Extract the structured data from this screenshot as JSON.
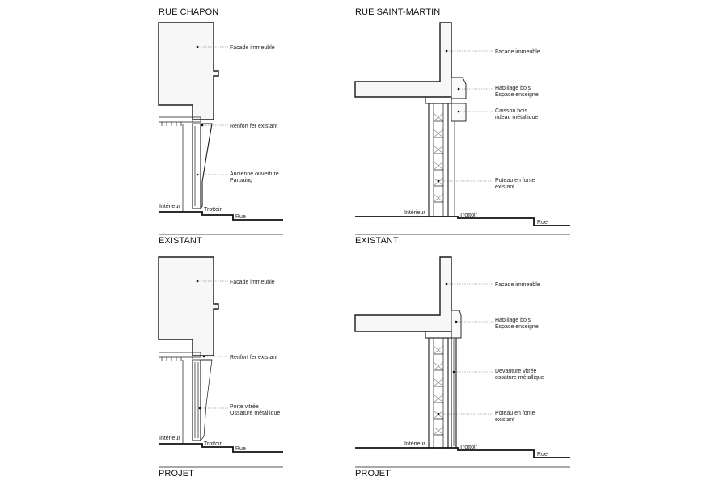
{
  "panels": {
    "tl": {
      "heading": "RUE CHAPON",
      "caption": "EXISTANT",
      "labels": {
        "facade": "Facade immeuble",
        "renfort": "Renfort fer existant",
        "ouverture_1": "Ancienne ouverture",
        "ouverture_2": "Parpaing",
        "interieur": "Intérieur",
        "trottoir": "Trottoir",
        "rue": "Rue"
      }
    },
    "tr": {
      "heading": "RUE SAINT-MARTIN",
      "caption": "EXISTANT",
      "labels": {
        "facade": "Facade immeuble",
        "habillage_1": "Habillage bois",
        "habillage_2": "Espace enseigne",
        "caisson_1": "Caisson bois",
        "caisson_2": "rideau métallique",
        "poteau_1": "Poteau en fonte",
        "poteau_2": "existant",
        "interieur": "Intérieur",
        "trottoir": "Trottoir",
        "rue": "Rue"
      }
    },
    "bl": {
      "caption": "PROJET",
      "labels": {
        "facade": "Facade immeuble",
        "renfort": "Renfort fer existant",
        "porte_1": "Porte vitrée",
        "porte_2": "Ossature métallique",
        "interieur": "Intérieur",
        "trottoir": "Trottoir",
        "rue": "Rue"
      }
    },
    "br": {
      "caption": "PROJET",
      "labels": {
        "facade": "Facade immeuble",
        "habillage_1": "Habillage bois",
        "habillage_2": "Espace enseigne",
        "devanture_1": "Devanture vitrée",
        "devanture_2": "ossature métallique",
        "poteau_1": "Poteau en fonte",
        "poteau_2": "existant",
        "interieur": "Intérieur",
        "trottoir": "Trottoir",
        "rue": "Rue"
      }
    }
  }
}
